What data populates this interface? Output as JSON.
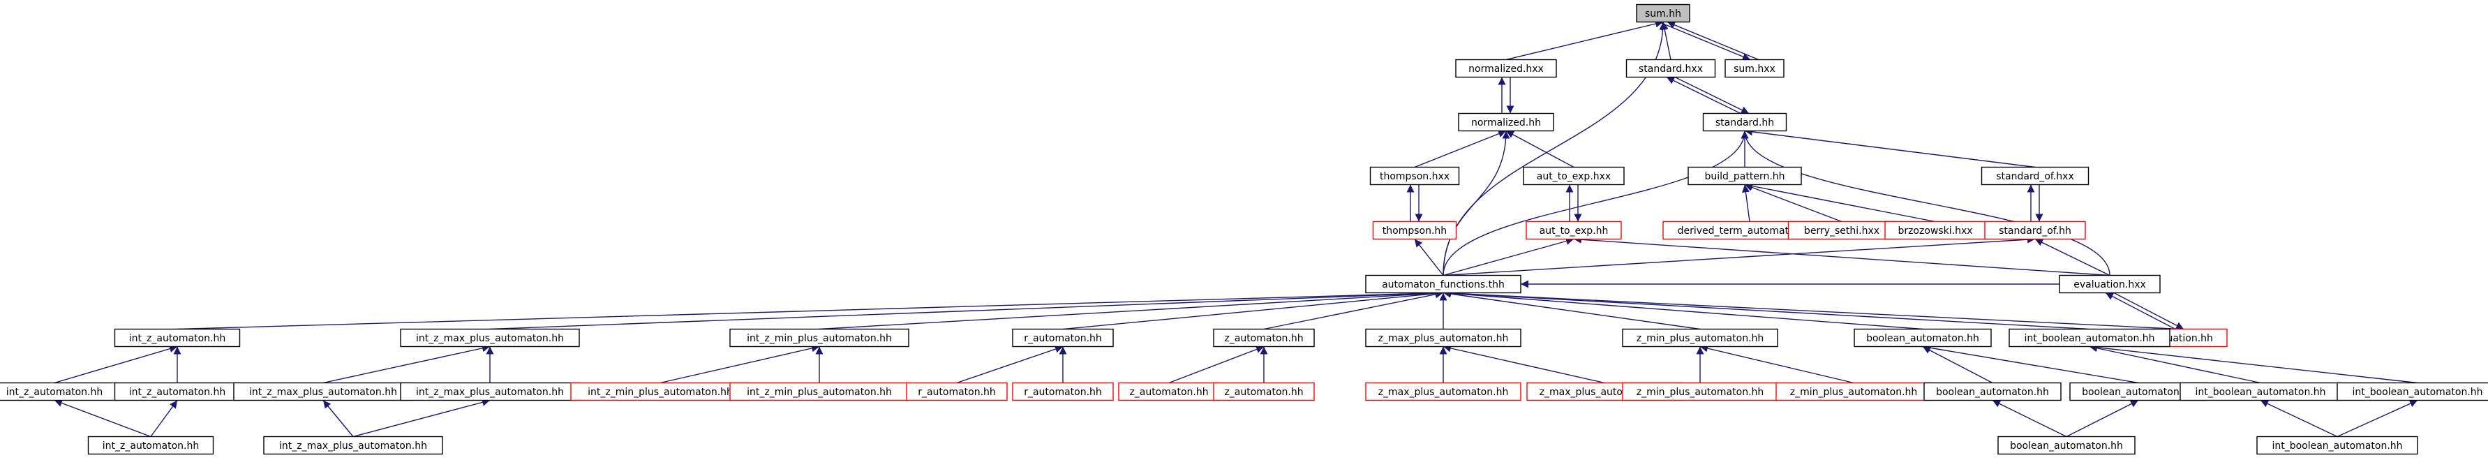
{
  "diagram": {
    "edge_color": "#191970",
    "nodes": [
      {
        "id": "sum_hh",
        "label": "sum.hh",
        "style": "highlight"
      },
      {
        "id": "normalized_hxx",
        "label": "normalized.hxx",
        "style": "normal"
      },
      {
        "id": "standard_hxx",
        "label": "standard.hxx",
        "style": "normal"
      },
      {
        "id": "sum_hxx",
        "label": "sum.hxx",
        "style": "normal"
      },
      {
        "id": "normalized_hh",
        "label": "normalized.hh",
        "style": "normal"
      },
      {
        "id": "standard_hh",
        "label": "standard.hh",
        "style": "normal"
      },
      {
        "id": "thompson_hxx",
        "label": "thompson.hxx",
        "style": "normal"
      },
      {
        "id": "aut_to_exp_hxx",
        "label": "aut_to_exp.hxx",
        "style": "normal"
      },
      {
        "id": "build_pattern_hh",
        "label": "build_pattern.hh",
        "style": "normal"
      },
      {
        "id": "standard_of_hxx",
        "label": "standard_of.hxx",
        "style": "normal"
      },
      {
        "id": "thompson_hh",
        "label": "thompson.hh",
        "style": "red"
      },
      {
        "id": "aut_to_exp_hh",
        "label": "aut_to_exp.hh",
        "style": "red"
      },
      {
        "id": "derived_term",
        "label": "derived_term_automaton.hxx",
        "style": "red"
      },
      {
        "id": "berry_sethi",
        "label": "berry_sethi.hxx",
        "style": "red"
      },
      {
        "id": "brzozowski",
        "label": "brzozowski.hxx",
        "style": "red"
      },
      {
        "id": "standard_of_hh",
        "label": "standard_of.hh",
        "style": "red"
      },
      {
        "id": "af_thh",
        "label": "automaton_functions.thh",
        "style": "normal"
      },
      {
        "id": "evaluation_hxx",
        "label": "evaluation.hxx",
        "style": "normal"
      },
      {
        "id": "evaluation_hh",
        "label": "evaluation.hh",
        "style": "red"
      },
      {
        "id": "int_z_a",
        "label": "int_z_automaton.hh",
        "style": "normal"
      },
      {
        "id": "int_z_maxp",
        "label": "int_z_max_plus_automaton.hh",
        "style": "normal"
      },
      {
        "id": "int_z_minp",
        "label": "int_z_min_plus_automaton.hh",
        "style": "normal"
      },
      {
        "id": "r_a",
        "label": "r_automaton.hh",
        "style": "normal"
      },
      {
        "id": "z_a",
        "label": "z_automaton.hh",
        "style": "normal"
      },
      {
        "id": "z_maxp",
        "label": "z_max_plus_automaton.hh",
        "style": "normal"
      },
      {
        "id": "z_minp",
        "label": "z_min_plus_automaton.hh",
        "style": "normal"
      },
      {
        "id": "bool_a",
        "label": "boolean_automaton.hh",
        "style": "normal"
      },
      {
        "id": "int_bool_a",
        "label": "int_boolean_automaton.hh",
        "style": "normal"
      },
      {
        "id": "int_z_a_1",
        "label": "int_z_automaton.hh",
        "style": "normal"
      },
      {
        "id": "int_z_a_2",
        "label": "int_z_automaton.hh",
        "style": "normal"
      },
      {
        "id": "int_z_maxp_1",
        "label": "int_z_max_plus_automaton.hh",
        "style": "normal"
      },
      {
        "id": "int_z_maxp_2",
        "label": "int_z_max_plus_automaton.hh",
        "style": "normal"
      },
      {
        "id": "int_z_minp_1",
        "label": "int_z_min_plus_automaton.hh",
        "style": "red"
      },
      {
        "id": "int_z_minp_2",
        "label": "int_z_min_plus_automaton.hh",
        "style": "red"
      },
      {
        "id": "r_a_1",
        "label": "r_automaton.hh",
        "style": "red"
      },
      {
        "id": "r_a_2",
        "label": "r_automaton.hh",
        "style": "red"
      },
      {
        "id": "z_a_1",
        "label": "z_automaton.hh",
        "style": "red"
      },
      {
        "id": "z_a_2",
        "label": "z_automaton.hh",
        "style": "red"
      },
      {
        "id": "z_maxp_1",
        "label": "z_max_plus_automaton.hh",
        "style": "red"
      },
      {
        "id": "z_maxp_2",
        "label": "z_max_plus_automaton.hh",
        "style": "red"
      },
      {
        "id": "z_minp_1",
        "label": "z_min_plus_automaton.hh",
        "style": "red"
      },
      {
        "id": "z_minp_2",
        "label": "z_min_plus_automaton.hh",
        "style": "red"
      },
      {
        "id": "bool_a_1",
        "label": "boolean_automaton.hh",
        "style": "normal"
      },
      {
        "id": "bool_a_2",
        "label": "boolean_automaton.hh",
        "style": "normal"
      },
      {
        "id": "int_bool_a_1",
        "label": "int_boolean_automaton.hh",
        "style": "normal"
      },
      {
        "id": "int_bool_a_2",
        "label": "int_boolean_automaton.hh",
        "style": "normal"
      },
      {
        "id": "int_z_a_3",
        "label": "int_z_automaton.hh",
        "style": "normal"
      },
      {
        "id": "int_z_maxp_3",
        "label": "int_z_max_plus_automaton.hh",
        "style": "normal"
      },
      {
        "id": "bool_a_3",
        "label": "boolean_automaton.hh",
        "style": "normal"
      },
      {
        "id": "int_bool_a_3",
        "label": "int_boolean_automaton.hh",
        "style": "normal"
      }
    ],
    "edges": [
      [
        "normalized_hxx",
        "sum_hh"
      ],
      [
        "standard_hxx",
        "sum_hh"
      ],
      [
        "sum_hxx",
        "sum_hh"
      ],
      [
        "sum_hh",
        "sum_hxx"
      ],
      [
        "af_thh",
        "sum_hh"
      ],
      [
        "normalized_hh",
        "normalized_hxx"
      ],
      [
        "normalized_hxx",
        "normalized_hh"
      ],
      [
        "standard_hh",
        "standard_hxx"
      ],
      [
        "standard_hxx",
        "standard_hh"
      ],
      [
        "thompson_hxx",
        "normalized_hh"
      ],
      [
        "aut_to_exp_hxx",
        "normalized_hh"
      ],
      [
        "af_thh",
        "normalized_hh"
      ],
      [
        "build_pattern_hh",
        "standard_hh"
      ],
      [
        "standard_of_hxx",
        "standard_hh"
      ],
      [
        "af_thh",
        "standard_hh"
      ],
      [
        "evaluation_hxx",
        "standard_hh"
      ],
      [
        "thompson_hh",
        "thompson_hxx"
      ],
      [
        "thompson_hxx",
        "thompson_hh"
      ],
      [
        "aut_to_exp_hh",
        "aut_to_exp_hxx"
      ],
      [
        "aut_to_exp_hxx",
        "aut_to_exp_hh"
      ],
      [
        "derived_term",
        "build_pattern_hh"
      ],
      [
        "berry_sethi",
        "build_pattern_hh"
      ],
      [
        "brzozowski",
        "build_pattern_hh"
      ],
      [
        "standard_of_hh",
        "standard_of_hxx"
      ],
      [
        "standard_of_hxx",
        "standard_of_hh"
      ],
      [
        "af_thh",
        "thompson_hh"
      ],
      [
        "af_thh",
        "aut_to_exp_hh"
      ],
      [
        "af_thh",
        "standard_of_hh"
      ],
      [
        "evaluation_hxx",
        "aut_to_exp_hh"
      ],
      [
        "evaluation_hxx",
        "standard_of_hh"
      ],
      [
        "evaluation_hh",
        "evaluation_hxx"
      ],
      [
        "evaluation_hxx",
        "evaluation_hh"
      ],
      [
        "evaluation_hxx",
        "af_thh"
      ],
      [
        "int_z_a",
        "af_thh"
      ],
      [
        "int_z_maxp",
        "af_thh"
      ],
      [
        "int_z_minp",
        "af_thh"
      ],
      [
        "r_a",
        "af_thh"
      ],
      [
        "z_a",
        "af_thh"
      ],
      [
        "z_maxp",
        "af_thh"
      ],
      [
        "z_minp",
        "af_thh"
      ],
      [
        "bool_a",
        "af_thh"
      ],
      [
        "int_bool_a",
        "af_thh"
      ],
      [
        "evaluation_hh",
        "af_thh"
      ],
      [
        "int_z_a_1",
        "int_z_a"
      ],
      [
        "int_z_a_2",
        "int_z_a"
      ],
      [
        "int_z_a_3",
        "int_z_a_1"
      ],
      [
        "int_z_a_3",
        "int_z_a_2"
      ],
      [
        "int_z_maxp_1",
        "int_z_maxp"
      ],
      [
        "int_z_maxp_2",
        "int_z_maxp"
      ],
      [
        "int_z_maxp_3",
        "int_z_maxp_1"
      ],
      [
        "int_z_maxp_3",
        "int_z_maxp_2"
      ],
      [
        "int_z_minp_1",
        "int_z_minp"
      ],
      [
        "int_z_minp_2",
        "int_z_minp"
      ],
      [
        "r_a_1",
        "r_a"
      ],
      [
        "r_a_2",
        "r_a"
      ],
      [
        "z_a_1",
        "z_a"
      ],
      [
        "z_a_2",
        "z_a"
      ],
      [
        "z_maxp_1",
        "z_maxp"
      ],
      [
        "z_maxp_2",
        "z_maxp"
      ],
      [
        "z_minp_1",
        "z_minp"
      ],
      [
        "z_minp_2",
        "z_minp"
      ],
      [
        "bool_a_1",
        "bool_a"
      ],
      [
        "bool_a_2",
        "bool_a"
      ],
      [
        "bool_a_3",
        "bool_a_1"
      ],
      [
        "bool_a_3",
        "bool_a_2"
      ],
      [
        "int_bool_a_1",
        "int_bool_a"
      ],
      [
        "int_bool_a_2",
        "int_bool_a"
      ],
      [
        "int_bool_a_3",
        "int_bool_a_1"
      ],
      [
        "int_bool_a_3",
        "int_bool_a_2"
      ]
    ]
  }
}
